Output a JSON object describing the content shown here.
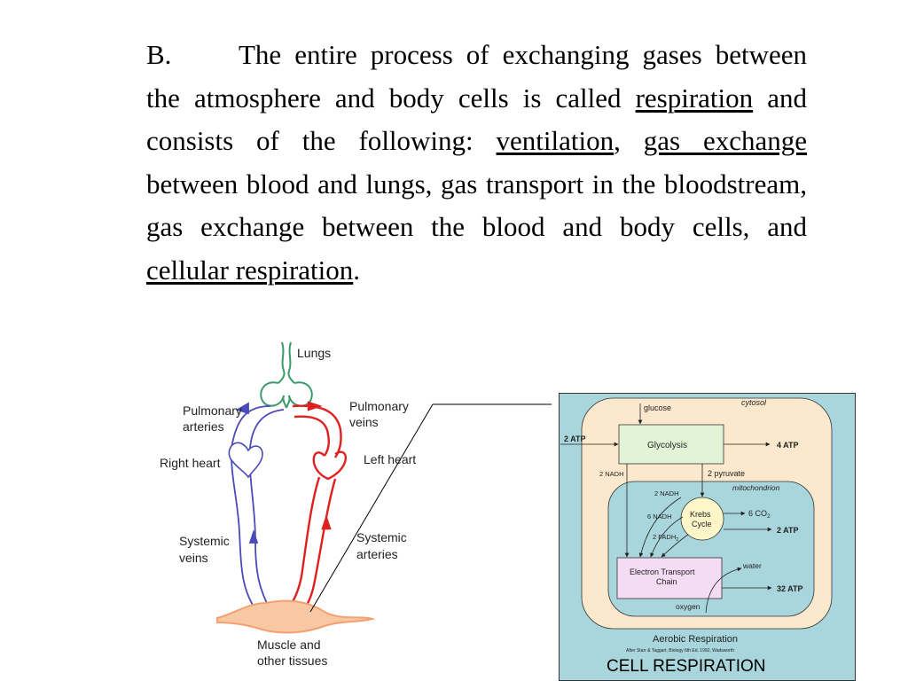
{
  "paragraph": {
    "label": "B.",
    "t1": "The entire process of exchanging gases between the atmosphere and body cells is called ",
    "u1": "respiration",
    "t2": " and consists of the following: ",
    "u2": "ventilation",
    "t3": ", ",
    "u3": "gas exchange",
    "t4": " between blood and lungs, gas transport in the bloodstream, gas exchange between the blood and body cells, and ",
    "u4": "cellular respiration",
    "t5": "."
  },
  "circulation_diagram": {
    "lungs": "Lungs",
    "pulmonary_arteries_1": "Pulmonary",
    "pulmonary_arteries_2": "arteries",
    "pulmonary_veins_1": "Pulmonary",
    "pulmonary_veins_2": "veins",
    "right_heart": "Right heart",
    "left_heart": "Left heart",
    "systemic_veins_1": "Systemic",
    "systemic_veins_2": "veins",
    "systemic_arteries_1": "Systemic",
    "systemic_arteries_2": "arteries",
    "muscle_1": "Muscle and",
    "muscle_2": "other tissues",
    "colors": {
      "vein": "#4a4ab8",
      "artery": "#e02020",
      "lungs": "#3a9a6a",
      "tissue": "#f4a070"
    }
  },
  "cell_respiration_diagram": {
    "cytosol": "cytosol",
    "glucose": "glucose",
    "glycolysis": "Glycolysis",
    "atp_in": "2 ATP",
    "atp_glycolysis": "4 ATP",
    "nadh_glycolysis": "2 NADH",
    "pyruvate": "2 pyruvate",
    "mitochondrion": "mitochondrion",
    "nadh_2": "2 NADH",
    "nadh_6": "6 NADH",
    "fadh": "2 FADH",
    "fadh_sub": "2",
    "krebs_1": "Krebs",
    "krebs_2": "Cycle",
    "co2": "6 CO",
    "co2_sub": "2",
    "atp_krebs": "2 ATP",
    "etc_1": "Electron Transport",
    "etc_2": "Chain",
    "water": "water",
    "atp_etc": "32 ATP",
    "oxygen": "oxygen",
    "title": "Aerobic Respiration",
    "source": "After Starr & Taggart, Biology 6th Ed. 1992, Wadsworth",
    "caption": "CELL RESPIRATION",
    "colors": {
      "panel": "#a9d6dc",
      "cytosol": "#fce8cc",
      "glycolysis": "#e2f3d6",
      "krebs": "#fdf6c8",
      "etc": "#f4dcf4"
    }
  }
}
